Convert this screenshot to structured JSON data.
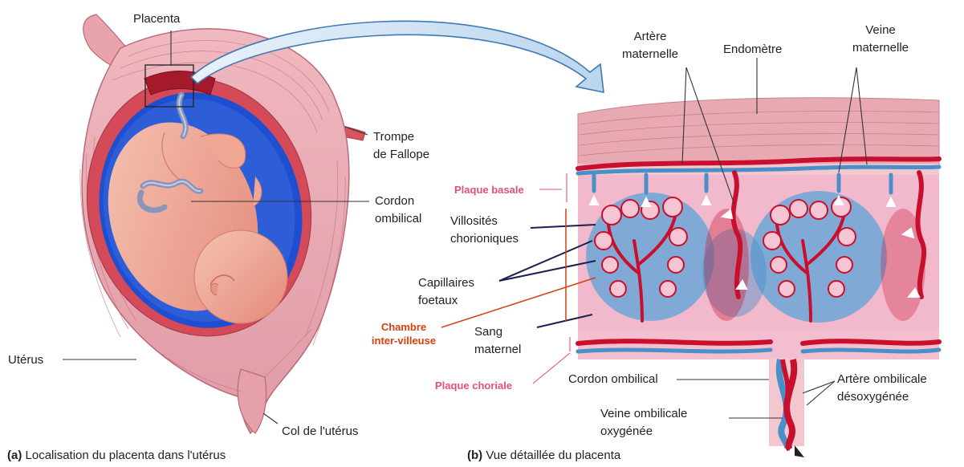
{
  "panel_a": {
    "labels": {
      "placenta": "Placenta",
      "trompe_1": "Trompe",
      "trompe_2": "de Fallope",
      "cordon_1": "Cordon",
      "cordon_2": "ombilical",
      "uterus": "Utérus",
      "col": "Col de l'utérus"
    },
    "caption_letter": "(a)",
    "caption_text": "Localisation du placenta dans l'utérus"
  },
  "panel_b": {
    "labels": {
      "artere_mat_1": "Artère",
      "artere_mat_2": "maternelle",
      "endometre": "Endomètre",
      "veine_mat_1": "Veine",
      "veine_mat_2": "maternelle",
      "plaque_basale": "Plaque basale",
      "villosites_1": "Villosités",
      "villosites_2": "chorioniques",
      "capillaires_1": "Capillaires",
      "capillaires_2": "foetaux",
      "chambre_1": "Chambre",
      "chambre_2": "inter-villeuse",
      "sang_1": "Sang",
      "sang_2": "maternel",
      "plaque_choriale": "Plaque choriale",
      "cordon_omb": "Cordon ombilical",
      "artere_omb_1": "Artère ombilicale",
      "artere_omb_2": "désoxygénée",
      "veine_omb_1": "Veine ombilicale",
      "veine_omb_2": "oxygénée"
    },
    "caption_letter": "(b)",
    "caption_text": "Vue détaillée du placenta"
  },
  "colors": {
    "uterus_wall": "#e9a3ad",
    "muscle_line": "#c8707c",
    "amniotic_blue": "#1f4fd1",
    "fetus_skin": "#f0a894",
    "blood_red": "#c8102e",
    "vein_blue": "#5aa6d8",
    "inter_villous_pink": "#f2b8cc",
    "plaque_label_pink": "#e3507a",
    "chambre_label_red": "#d6400f"
  }
}
